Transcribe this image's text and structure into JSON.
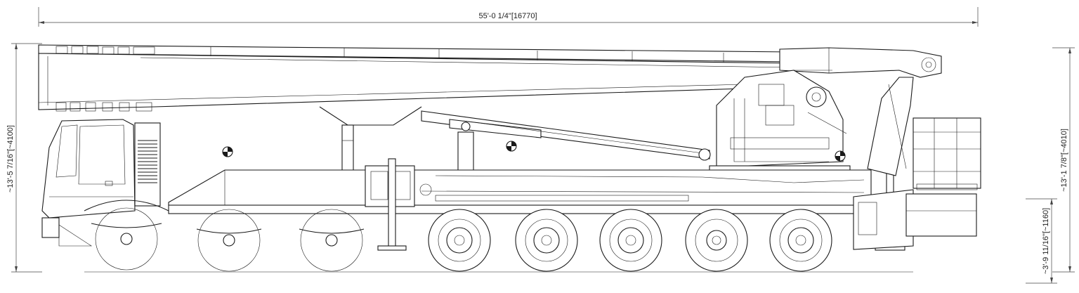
{
  "dimensions": {
    "overall_length": "55'-0 1/4\"[16770]",
    "overall_height": "~13'-5 7/16\"[~4100]",
    "boom_height": "~13'-1 7/8\"[~4010]",
    "basket_height": "~3'-9 11/16\"[~1160]"
  }
}
